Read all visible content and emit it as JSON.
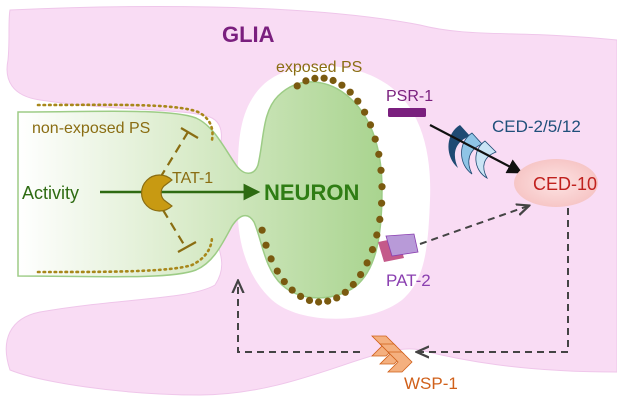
{
  "labels": {
    "glia": "GLIA",
    "exposed_ps": "exposed PS",
    "non_exposed_ps": "non-exposed PS",
    "activity": "Activity",
    "tat1": "TAT-1",
    "neuron": "NEURON",
    "psr1": "PSR-1",
    "ced_2_5_12": "CED-2/5/12",
    "ced10": "CED-10",
    "pat2": "PAT-2",
    "wsp1": "WSP-1"
  },
  "colors": {
    "glia_fill": "#f7d9f3",
    "neuron_fill": "#a9d48f",
    "neuron_light": "#eef6e6",
    "neuron_outline": "#9dcc86",
    "ps_dot": "#7a5a10",
    "ps_label": "#8a6d12",
    "activity": "#2e6b12",
    "neuron_text": "#2f7d14",
    "glia_text": "#7a1f7e",
    "psr1": "#7a1f7e",
    "ced_2_5_12": "#1f4f7a",
    "ced10_fill": "#f5c4c4",
    "ced10_text": "#c0211e",
    "pat2": "#8a3fb0",
    "wsp1_fill": "#f4b07f",
    "wsp1_text": "#d0601a",
    "tat1_fill": "#c89a12",
    "arrow_dash": "#444444"
  }
}
